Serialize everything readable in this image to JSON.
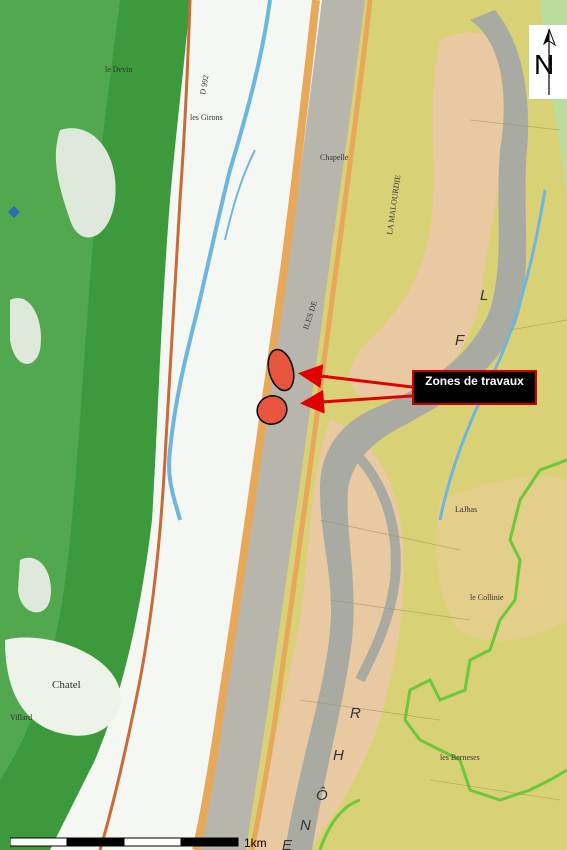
{
  "map": {
    "labels": {
      "les_girons": "les Girons",
      "le_devin": "le Devin",
      "road_d": "D 992",
      "chapelle": "Chapelle",
      "la_malourdie": "LA MALOURDIE",
      "iles_de": "ILES DE",
      "chatel": "Chatel",
      "villard": "Villard",
      "les_berneses": "les Berneses",
      "lajhas": "LaJhas",
      "la_collinie": "le Collinie",
      "rhone": [
        "R",
        "H",
        "Ô",
        "N",
        "E"
      ],
      "fl": [
        "F",
        "L"
      ]
    },
    "callout": {
      "text": "Zones de travaux"
    },
    "north_arrow": {
      "letter": "N"
    },
    "scale_bar": {
      "label": "1km"
    },
    "colors": {
      "forest": "#3c9a3c",
      "valley_white": "#f5f7f3",
      "alluvial_yellow": "#d9d176",
      "alluvial_pink": "#e8c9a1",
      "river_grey": "#a9aba2",
      "canal_grey": "#b8b6ac",
      "road_orange": "#e8a85a",
      "work_zone": "#e8553f",
      "arrow_red": "#e00000",
      "boundary_green": "#6ac83a",
      "stream_blue": "#6fb6de"
    }
  }
}
